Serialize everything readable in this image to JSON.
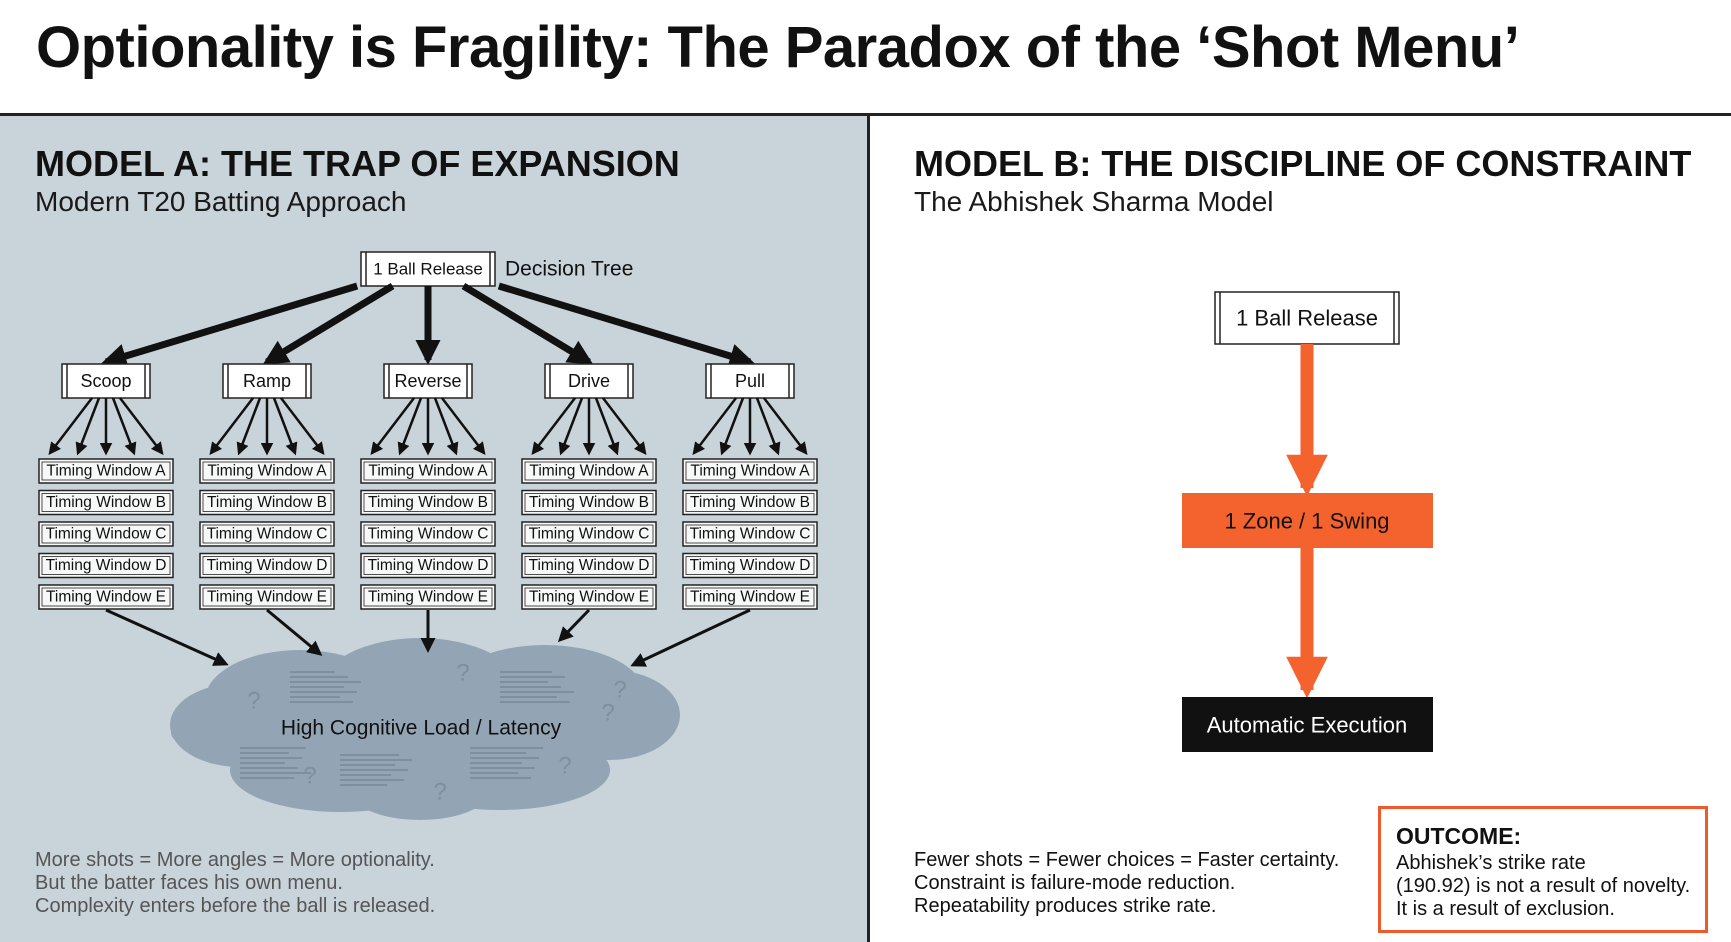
{
  "title": "Optionality is Fragility: The Paradox of the ‘Shot Menu’",
  "model_a": {
    "heading": "MODEL A: THE TRAP OF EXPANSION",
    "subtitle": "Modern T20 Batting Approach",
    "root": "1 Ball Release",
    "root_caption": "Decision Tree",
    "shots": [
      "Scoop",
      "Ramp",
      "Reverse",
      "Drive",
      "Pull"
    ],
    "timing_windows": [
      "Timing Window A",
      "Timing Window B",
      "Timing Window C",
      "Timing Window D",
      "Timing Window E"
    ],
    "cloud_label": "High Cognitive Load / Latency",
    "cloud_marks": [
      "?",
      "?",
      "?",
      "?",
      "?",
      "?",
      "?"
    ],
    "notes": [
      "More shots = More angles = More optionality.",
      "But the batter faces his own menu.",
      "Complexity enters before the ball is released."
    ],
    "colors": {
      "panel_bg": "#c9d3da",
      "cloud_fill": "#93a5b4",
      "arrow": "#111111"
    }
  },
  "model_b": {
    "heading": "MODEL B: THE DISCIPLINE OF CONSTRAINT",
    "subtitle": "The Abhishek Sharma Model",
    "root": "1 Ball Release",
    "zone": "1 Zone / 1 Swing",
    "execution": "Automatic Execution",
    "notes": [
      "Fewer shots = Fewer choices = Faster certainty.",
      "Constraint is failure-mode reduction.",
      "Repeatability produces strike rate."
    ],
    "outcome": {
      "title": "OUTCOME:",
      "lines": [
        "Abhishek’s strike rate",
        "(190.92) is not a result of novelty.",
        "It is a result of exclusion."
      ]
    },
    "colors": {
      "accent": "#f4622d",
      "execution_bg": "#111111"
    }
  }
}
